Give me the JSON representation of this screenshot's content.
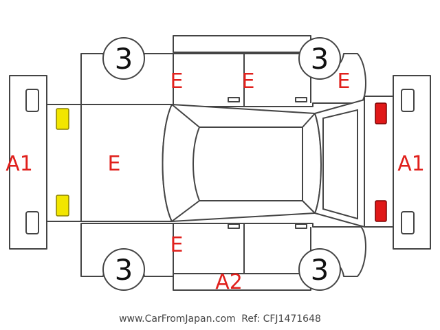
{
  "diagram": {
    "condition_codes": {
      "front_bumper": "A1",
      "rear_bumper": "A1",
      "hood": "E",
      "door_top_front": "E",
      "door_top_rear": "E",
      "quarter_top": "E",
      "door_bottom_front": "E",
      "sill_bottom": "A2"
    },
    "tires": {
      "front_left": "3",
      "rear_left": "3",
      "front_right": "3",
      "rear_right": "3"
    },
    "colors": {
      "code_text": "#e0201c",
      "headlight": "#f2e600",
      "taillight": "#e01818",
      "outline": "#444444"
    }
  },
  "footer": {
    "website": "www.CarFromJapan.com",
    "reference": "Ref: CFJ1471648"
  }
}
